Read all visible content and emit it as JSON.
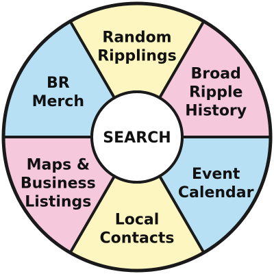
{
  "nav_wheel": {
    "segments": [
      {
        "id": "random-ripplings",
        "lines": [
          "Random",
          "Ripplings"
        ],
        "color": "#fdf6c0"
      },
      {
        "id": "broad-ripple-history",
        "lines": [
          "Broad",
          "Ripple",
          "History"
        ],
        "color": "#f6c8dc"
      },
      {
        "id": "event-calendar",
        "lines": [
          "Event",
          "Calendar"
        ],
        "color": "#b8e0f4"
      },
      {
        "id": "local-contacts",
        "lines": [
          "Local",
          "Contacts"
        ],
        "color": "#fdf6c0"
      },
      {
        "id": "maps-business-listings",
        "lines": [
          "Maps &",
          "Business",
          "Listings"
        ],
        "color": "#f6c8dc"
      },
      {
        "id": "br-merch",
        "lines": [
          "BR",
          "Merch"
        ],
        "color": "#b8e0f4"
      }
    ],
    "search": {
      "label": "SEARCH",
      "color": "#ffffff"
    },
    "outline_color": "#1a1a1a"
  }
}
